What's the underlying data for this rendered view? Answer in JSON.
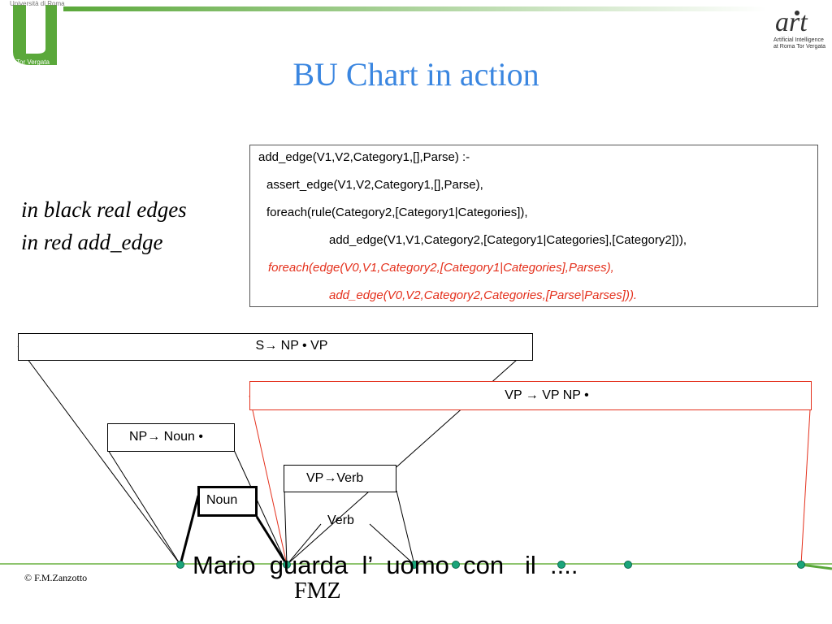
{
  "slide": {
    "title": "BU Chart in action",
    "note_line1": "in black real edges",
    "note_line2": "in red add_edge",
    "copyright": "© F.M.Zanzotto",
    "footer_mark": "FMZ"
  },
  "logos": {
    "left_top_text": "Università di Roma",
    "left_bottom_text": "Tor Vergata",
    "right_text_line1": "Artificial Intelligence",
    "right_text_line2": "at Roma Tor Vergata"
  },
  "code": {
    "lines": [
      {
        "text": "add_edge(V1,V2,Category1,[],Parse) :-",
        "color": "black"
      },
      {
        "text": "assert_edge(V1,V2,Category1,[],Parse),",
        "color": "black"
      },
      {
        "text": "foreach(rule(Category2,[Category1|Categories]),",
        "color": "black"
      },
      {
        "text": "add_edge(V1,V1,Category2,[Category1|Categories],[Category2])),",
        "color": "black"
      },
      {
        "text": "foreach(edge(V0,V1,Category2,[Category1|Categories],Parses),",
        "color": "red"
      },
      {
        "text": "add_edge(V0,V2,Category2,Categories,[Parse|Parses])).",
        "color": "red"
      }
    ]
  },
  "edges": {
    "s_np_vp": "S→ NP • VP",
    "vp_vp_np": "VP → VP NP •",
    "np_noun": "NP→ Noun •",
    "vp_verb": "VP→Verb",
    "noun": "Noun",
    "verb": "Verb"
  },
  "sentence": {
    "words": [
      "Mario",
      "guarda",
      "l’",
      "uomo",
      "con",
      "il",
      "...."
    ]
  },
  "colors": {
    "title": "#3a86e0",
    "red_edge": "#e4301c",
    "node": "#1aa57a",
    "bar_green": "#5aa83a"
  }
}
